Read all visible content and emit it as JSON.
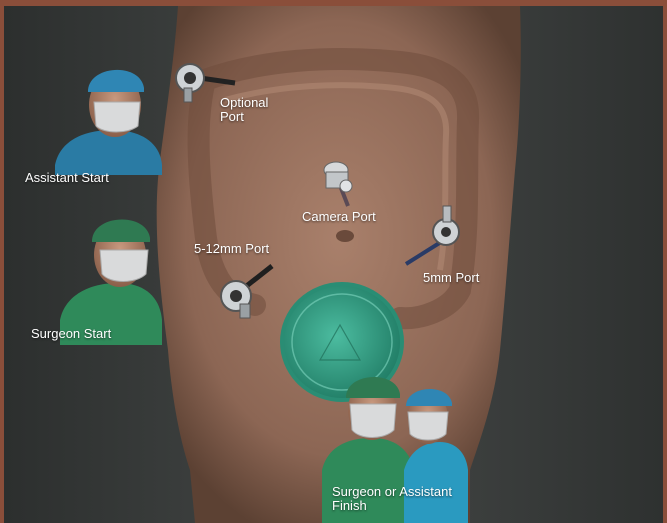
{
  "labels": {
    "optional_port": "Optional\nPort",
    "assistant_start": "Assistant Start",
    "camera_port": "Camera Port",
    "port_5_12mm": "5-12mm Port",
    "port_5mm": "5mm Port",
    "surgeon_start": "Surgeon Start",
    "surgeon_or_assistant_finish": "Surgeon or Assistant\nFinish"
  },
  "colors": {
    "frame": "#8a4e3a",
    "background": "#3a3d3c",
    "skin": "#9a7462",
    "cap_blue": "#2f7fa8",
    "cap_green": "#2f7a52",
    "mask": "#d9dadb",
    "wound_protector": "#2f9a80",
    "trocar": "#cfd3d6"
  },
  "icons": [
    "surgeon-assistant",
    "surgeon",
    "trocar-port",
    "camera-port",
    "wound-protector"
  ]
}
